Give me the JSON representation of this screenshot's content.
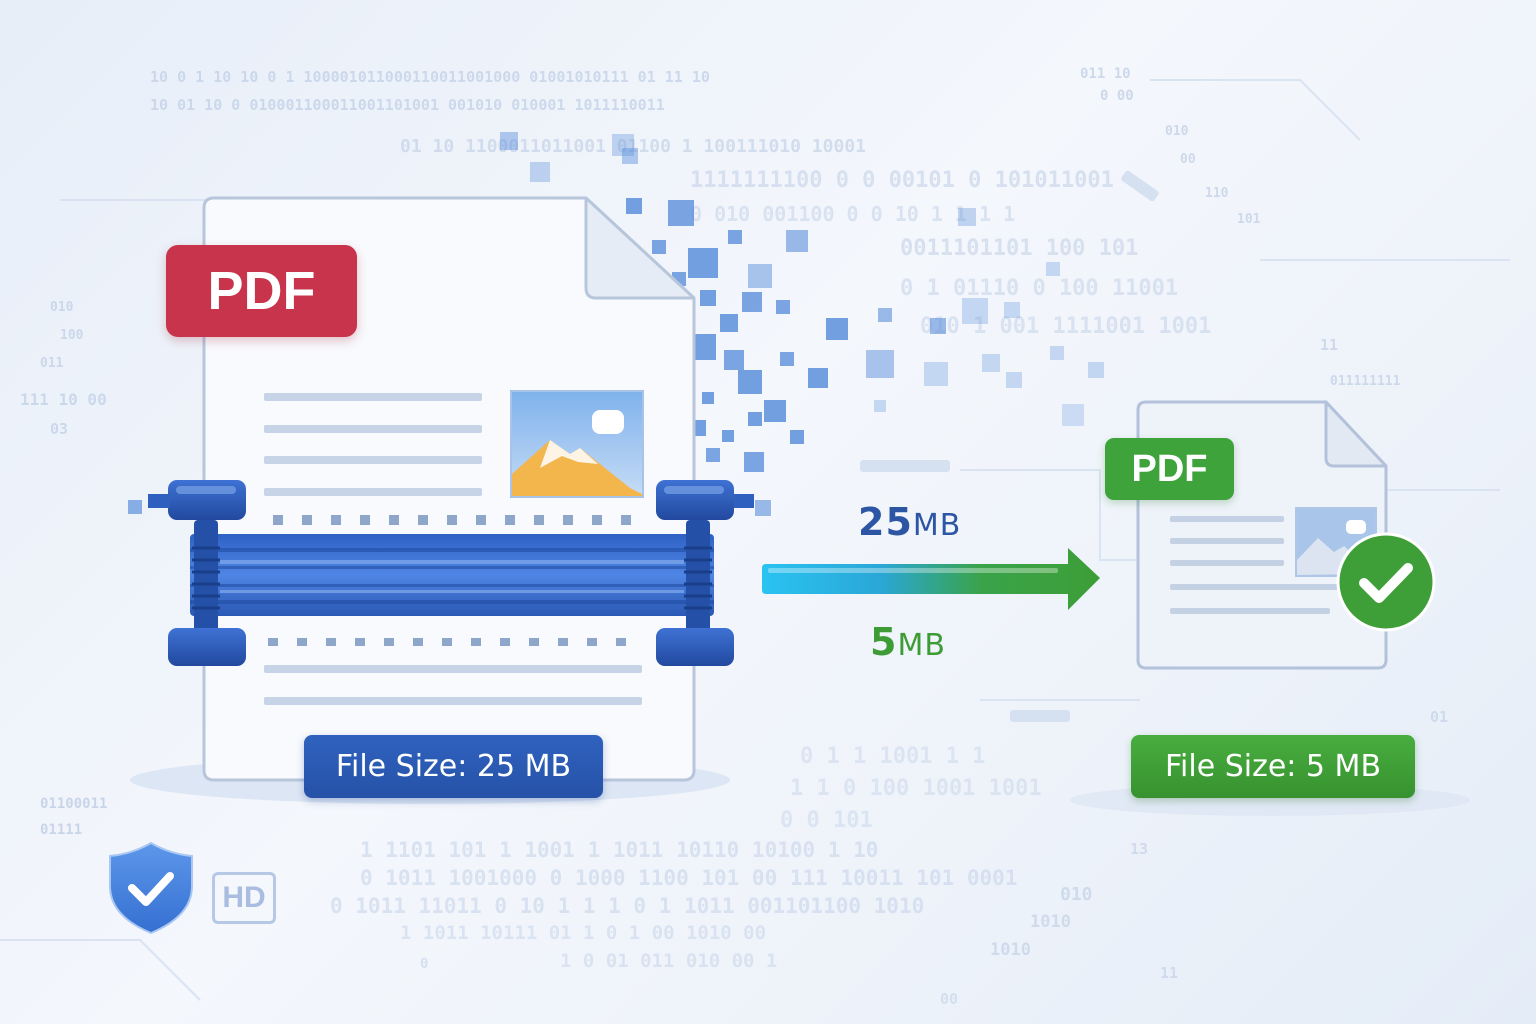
{
  "original_file": {
    "badge": "PDF",
    "file_size_label": "File Size: 25 MB"
  },
  "compressed_file": {
    "badge": "PDF",
    "file_size_label": "File Size: 5 MB"
  },
  "transfer": {
    "before_number": "25",
    "before_unit": "MB",
    "after_number": "5",
    "after_unit": "MB"
  },
  "quality_badge": "HD",
  "colors": {
    "pdf_red": "#c8344b",
    "compress_blue": "#2f62bf",
    "success_green": "#3ea33a",
    "arrow_start": "#29c3f2"
  },
  "icons": [
    "image-icon",
    "compression-clamp-icon",
    "arrow-right-icon",
    "check-circle-icon",
    "shield-check-icon",
    "hd-icon"
  ]
}
